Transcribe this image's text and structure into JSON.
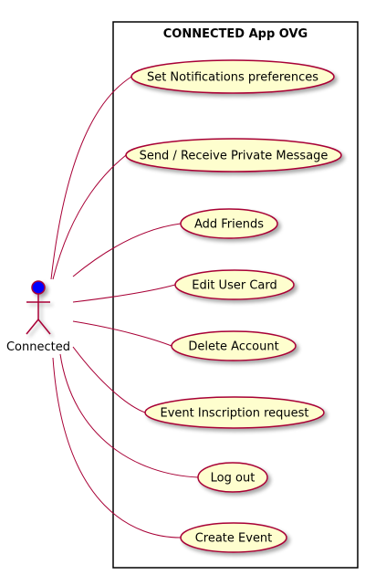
{
  "diagram": {
    "system_title": "CONNECTED App OVG",
    "actor": {
      "name": "Connected",
      "head_color": "#0000FF",
      "line_color": "#A80036"
    },
    "use_cases": [
      {
        "id": "set-notifications",
        "label": "Set Notifications preferences"
      },
      {
        "id": "send-receive-message",
        "label": "Send / Receive Private Message"
      },
      {
        "id": "add-friends",
        "label": "Add Friends"
      },
      {
        "id": "edit-user-card",
        "label": "Edit User Card"
      },
      {
        "id": "delete-account",
        "label": "Delete Account"
      },
      {
        "id": "event-inscription",
        "label": "Event Inscription request"
      },
      {
        "id": "log-out",
        "label": "Log out"
      },
      {
        "id": "create-event",
        "label": "Create Event"
      }
    ],
    "colors": {
      "usecase_fill": "#FEFECE",
      "usecase_border": "#A80036",
      "connector": "#A80036",
      "boundary": "#000000"
    }
  }
}
